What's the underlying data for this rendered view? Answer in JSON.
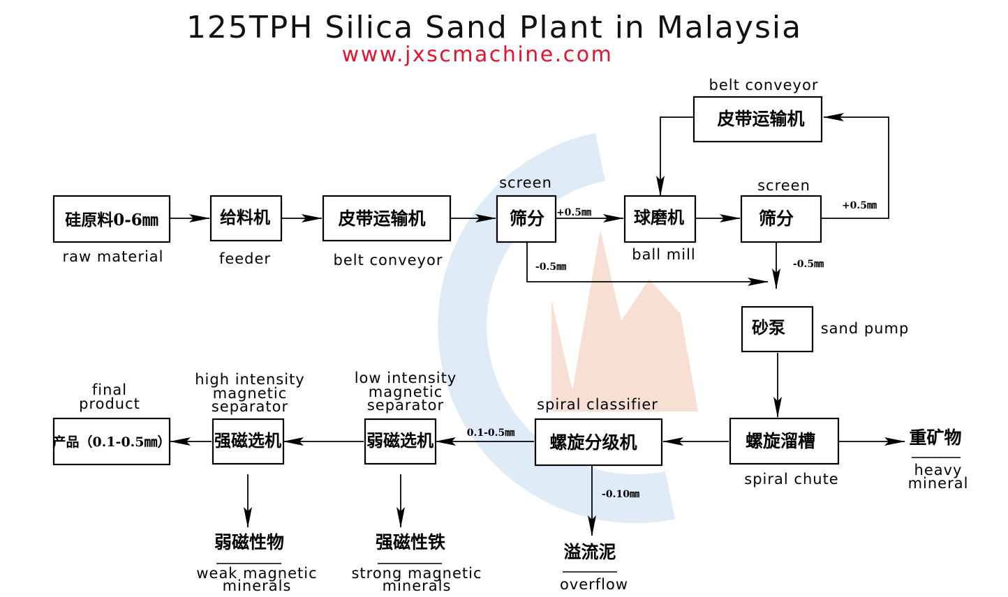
{
  "title": "125TPH Silica Sand Plant in Malaysia",
  "website": "www.jxscmachine.com",
  "colors": {
    "website": "#e8112d",
    "line": "#000000",
    "watermark_blue": "#dbe9f6",
    "watermark_red": "#f7dccf"
  },
  "nodes": {
    "raw": {
      "cn": "硅原料0-6㎜",
      "en": "raw material"
    },
    "feeder": {
      "cn": "给料机",
      "en": "feeder"
    },
    "belt1": {
      "cn": "皮带运输机",
      "en": "belt conveyor"
    },
    "screen1": {
      "cn": "筛分",
      "en": "screen"
    },
    "ballmill": {
      "cn": "球磨机",
      "en": "ball mill"
    },
    "screen2": {
      "cn": "筛分",
      "en": "screen"
    },
    "belt2": {
      "cn": "皮带运输机",
      "en": "belt conveyor"
    },
    "pump": {
      "cn": "砂泵",
      "en": "sand pump"
    },
    "chute": {
      "cn": "螺旋溜槽",
      "en": "spiral chute"
    },
    "classifier": {
      "cn": "螺旋分级机",
      "en": "spiral classifier"
    },
    "low_sep": {
      "cn": "弱磁选机",
      "en1": "low intensity",
      "en2": "magnetic",
      "en3": "separator"
    },
    "high_sep": {
      "cn": "强磁选机",
      "en1": "high intensity",
      "en2": "magnetic",
      "en3": "separator"
    },
    "product": {
      "cn": "产品（0.1-0.5㎜）",
      "en1": "final",
      "en2": "product"
    }
  },
  "outputs": {
    "heavy": {
      "cn": "重矿物",
      "en1": "heavy",
      "en2": "mineral"
    },
    "overflow": {
      "cn": "溢流泥",
      "en": "overflow"
    },
    "strong_iron": {
      "cn": "强磁性铁",
      "en1": "strong magnetic",
      "en2": "minerals"
    },
    "weak_min": {
      "cn": "弱磁性物",
      "en1": "weak magnetic",
      "en2": "minerals"
    }
  },
  "edge_labels": {
    "s1_plus": "+0.5㎜",
    "s1_minus": "-0.5㎜",
    "s2_plus": "+0.5㎜",
    "s2_minus": "-0.5㎜",
    "cls_fine": "-0.10㎜",
    "cls_to_low": "0.1-0.5㎜"
  }
}
